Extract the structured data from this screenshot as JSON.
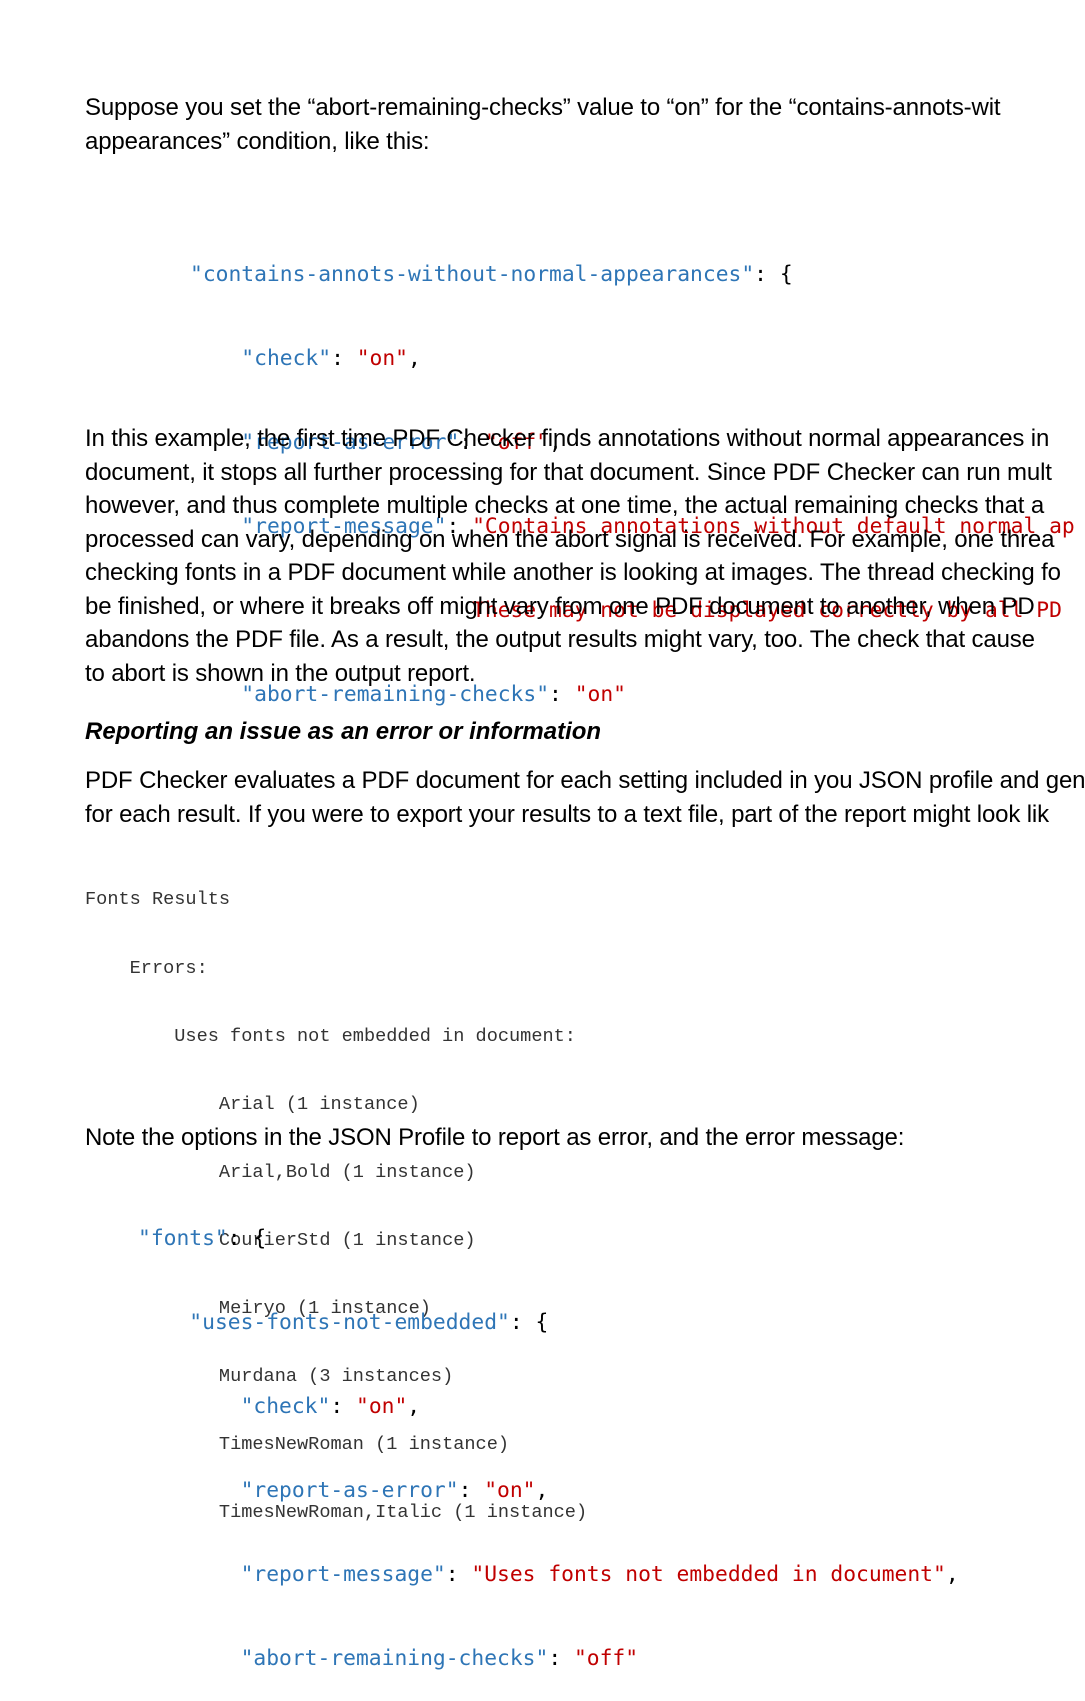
{
  "intro": {
    "lines": [
      "Suppose you set the “abort-remaining-checks” value to “on” for the “contains-annots-wit",
      "appearances” condition, like this:"
    ]
  },
  "code_abort": {
    "obj_key": "\"contains-annots-without-normal-appearances\"",
    "obj_open": ": {",
    "check_key": "\"check\"",
    "check_val": "\"on\"",
    "error_key": "\"report-as-error\"",
    "error_val": "\"off\"",
    "message_key": "\"report-message\"",
    "message_val_1": "\"Contains annotations without default normal ap",
    "message_val_2": "These may not be displayed correctly by all PD",
    "abort_key": "\"abort-remaining-checks\"",
    "abort_val": "\"on\""
  },
  "explanation": {
    "lines": [
      "In this example, the first time PDF Checker finds annotations without normal appearances in",
      "document, it stops all further processing for that document. Since PDF Checker can run mult",
      "however, and thus complete multiple checks at one time, the actual remaining checks that a",
      "processed can vary, depending on when the abort signal is received. For example, one threa",
      "checking fonts in a PDF document while another is looking at images. The thread checking fo",
      "be finished, or where it breaks off might vary from one PDF document to another, when PD",
      "abandons the PDF file.  As a result, the output results might vary, too.  The check that cause",
      "to abort is shown in the output report."
    ]
  },
  "section_heading": "Reporting an issue as an error or information",
  "reporting": {
    "lines": [
      "PDF Checker evaluates a PDF document for each setting included in you JSON profile and gene",
      "for each result. If you were to export your results to a text file, part of the report might look lik"
    ]
  },
  "report_sample": {
    "title": "Fonts Results",
    "errors_label": "Errors:",
    "condition": "Uses fonts not embedded in document:",
    "fonts": [
      "Arial (1 instance)",
      "Arial,Bold (1 instance)",
      "CourierStd (1 instance)",
      "Meiryo (1 instance)",
      "Murdana (3 instances)",
      "TimesNewRoman (1 instance)",
      "TimesNewRoman,Italic (1 instance)"
    ]
  },
  "note": "Note the options in the JSON Profile to report as error, and the error message:",
  "code_fonts": {
    "fonts_key": "\"fonts\"",
    "fonts_open": ": {",
    "group_key": "\"uses-fonts-not-embedded\"",
    "group_open": ": {",
    "check_key": "\"check\"",
    "check_val": "\"on\"",
    "error_key": "\"report-as-error\"",
    "error_val": "\"on\"",
    "message_key": "\"report-message\"",
    "message_val": "\"Uses fonts not embedded in document\"",
    "abort_key": "\"abort-remaining-checks\"",
    "abort_val": "\"off\""
  },
  "colors": {
    "json_key": "#2e75b6",
    "json_string": "#c00000",
    "report_text": "#333333"
  }
}
